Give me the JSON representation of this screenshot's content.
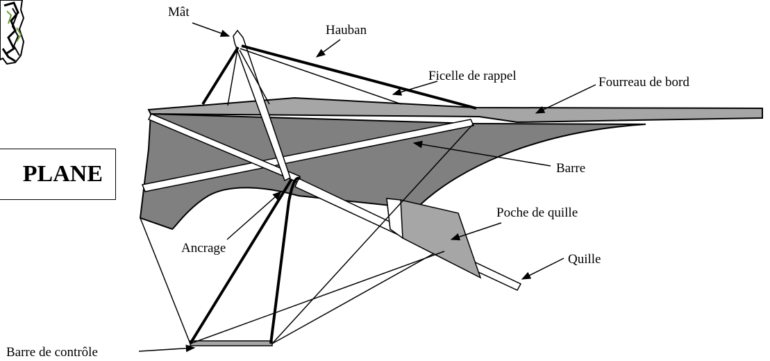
{
  "title": "PLANE",
  "labels": {
    "mat": "Mât",
    "hauban": "Hauban",
    "ficelle": "Ficelle de rappel",
    "fourreau": "Fourreau de bord",
    "barre": "Barre",
    "poche": "Poche de quille",
    "quille": "Quille",
    "ancrage": "Ancrage",
    "controle": "Barre de contrôle"
  },
  "colors": {
    "sail_dark": "#808080",
    "sail_light": "#a6a6a6",
    "outline": "#000000",
    "spar_fill": "#ffffff",
    "figure_green": "#6f9e3a"
  },
  "icons": {
    "figure": "pilot-figure-icon"
  }
}
